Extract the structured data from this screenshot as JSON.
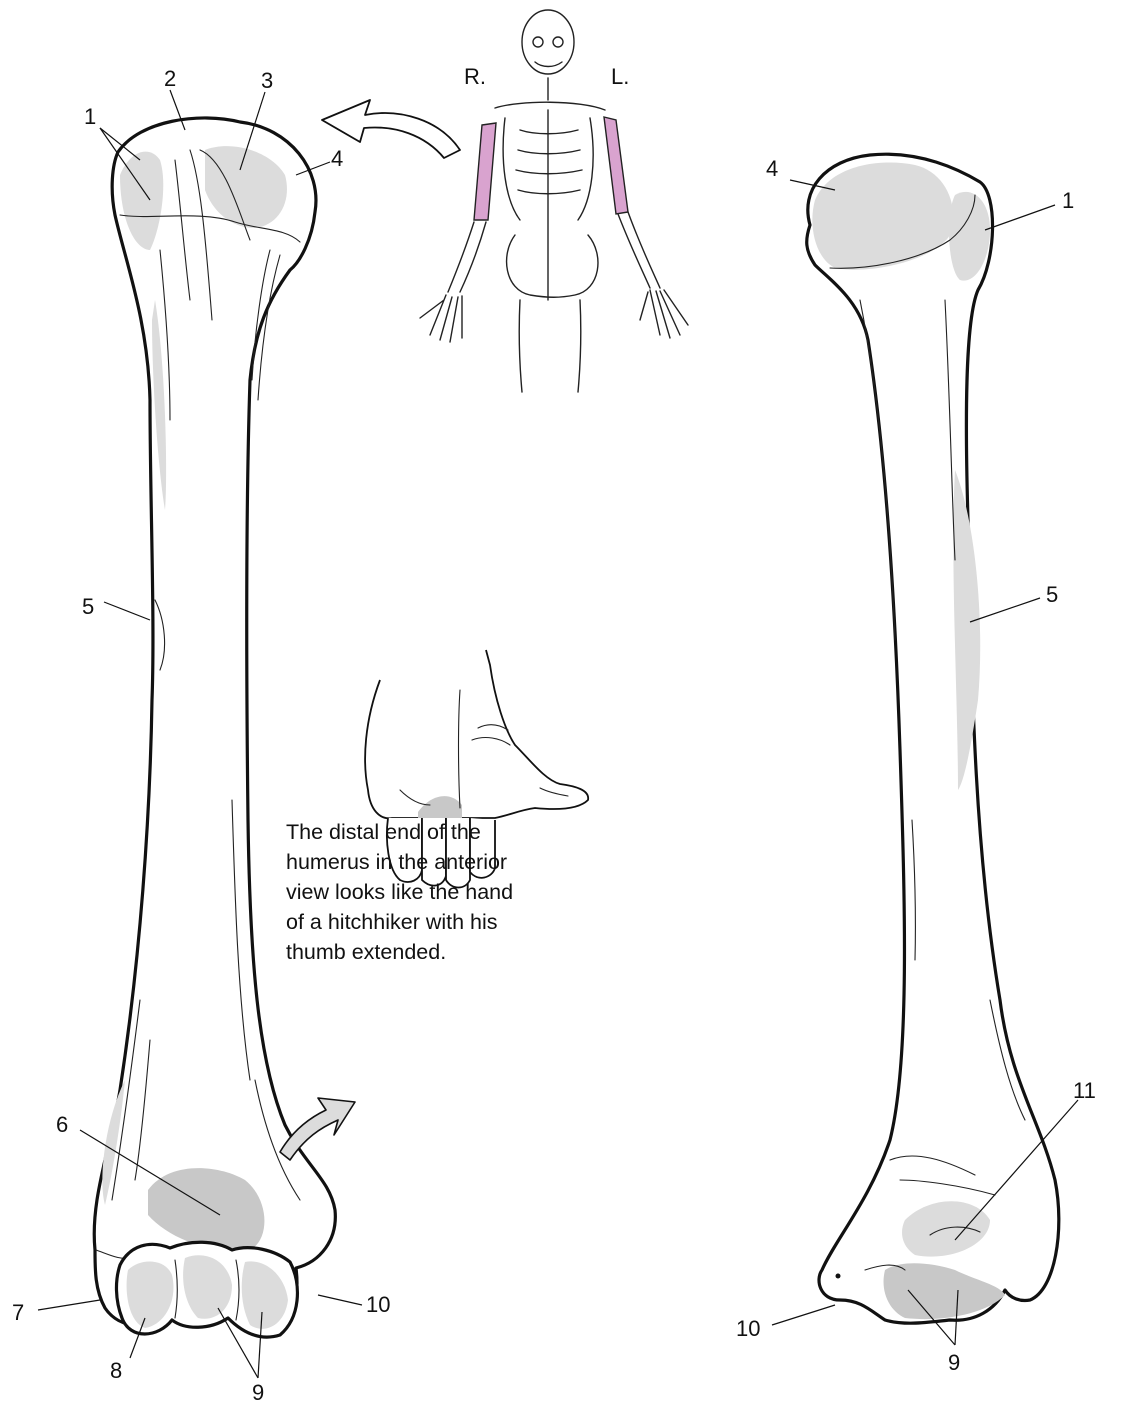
{
  "side_labels": {
    "right": "R.",
    "left": "L."
  },
  "anterior_view": {
    "labels": [
      "1",
      "2",
      "3",
      "4",
      "5",
      "6",
      "7",
      "8",
      "9",
      "10"
    ]
  },
  "posterior_view": {
    "labels": [
      "4",
      "1",
      "5",
      "11",
      "10",
      "9"
    ]
  },
  "caption_lines": [
    "The distal end of the",
    "humerus in the anterior",
    "view looks like the hand",
    "of a hitchhiker with his",
    "thumb extended."
  ],
  "colors": {
    "highlight_humerus": "#d9a3cf",
    "shading": "#dcdcdc",
    "outline": "#111111"
  }
}
